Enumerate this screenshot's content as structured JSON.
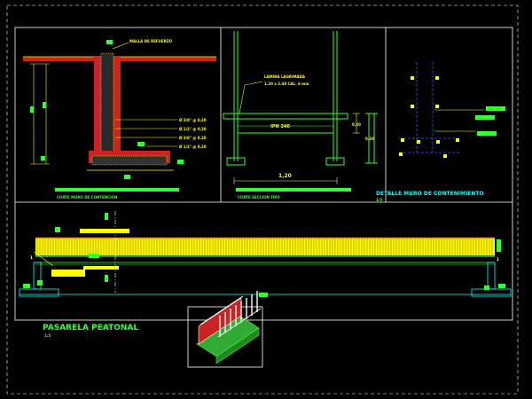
{
  "colors": {
    "background": "#000000",
    "frame": "#ffffff",
    "green": "#33ff33",
    "yellow": "#ffff00",
    "red": "#cc2222",
    "cyan": "#00ffff",
    "blue": "#3355ff",
    "magenta": "#ff66ff",
    "title_yellow": "#ffff66"
  },
  "wall_section": {
    "callouts": [
      "MALLA DE REFUERZO",
      "Ø 3/8\" @ 0.20",
      "Ø 1/2\" @ 0.20",
      "Ø 3/8\" @ 0.20",
      "Ø 1/2\" @ 0.20"
    ],
    "caption": "CORTE MURO DE CONTENCION"
  },
  "structure_section": {
    "callout_line1": "LAMINA LAGRIMADA",
    "callout_line2": "1.20 x 2.40 CAL. 6 mm",
    "beam_label": "IPN 240",
    "dim_height": "0.20",
    "dim_side": "0.20",
    "dim_width": "1,20",
    "caption": "CORTE SECCION TIPO"
  },
  "wall_detail": {
    "title": "DETALLE MURO DE CONTENIMIENTO",
    "scale": "1:5"
  },
  "bridge": {
    "title": "PASARELA PEATONAL",
    "scale": "1:5",
    "left_label": "1",
    "right_label": "1"
  }
}
